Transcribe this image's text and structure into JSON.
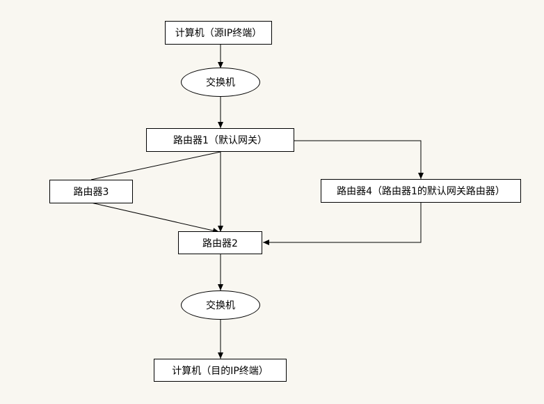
{
  "nodes": {
    "src_pc": {
      "label": "计算机（源IP终端）"
    },
    "switch1": {
      "label": "交换机"
    },
    "router1": {
      "label": "路由器1（默认网关）"
    },
    "router3": {
      "label": "路由器3"
    },
    "router4": {
      "label": "路由器4（路由器1的默认网关路由器）"
    },
    "router2": {
      "label": "路由器2"
    },
    "switch2": {
      "label": "交换机"
    },
    "dst_pc": {
      "label": "计算机（目的IP终端）"
    }
  },
  "colors": {
    "background": "#f9f7f1",
    "node_fill": "#ffffff",
    "stroke": "#000000"
  }
}
